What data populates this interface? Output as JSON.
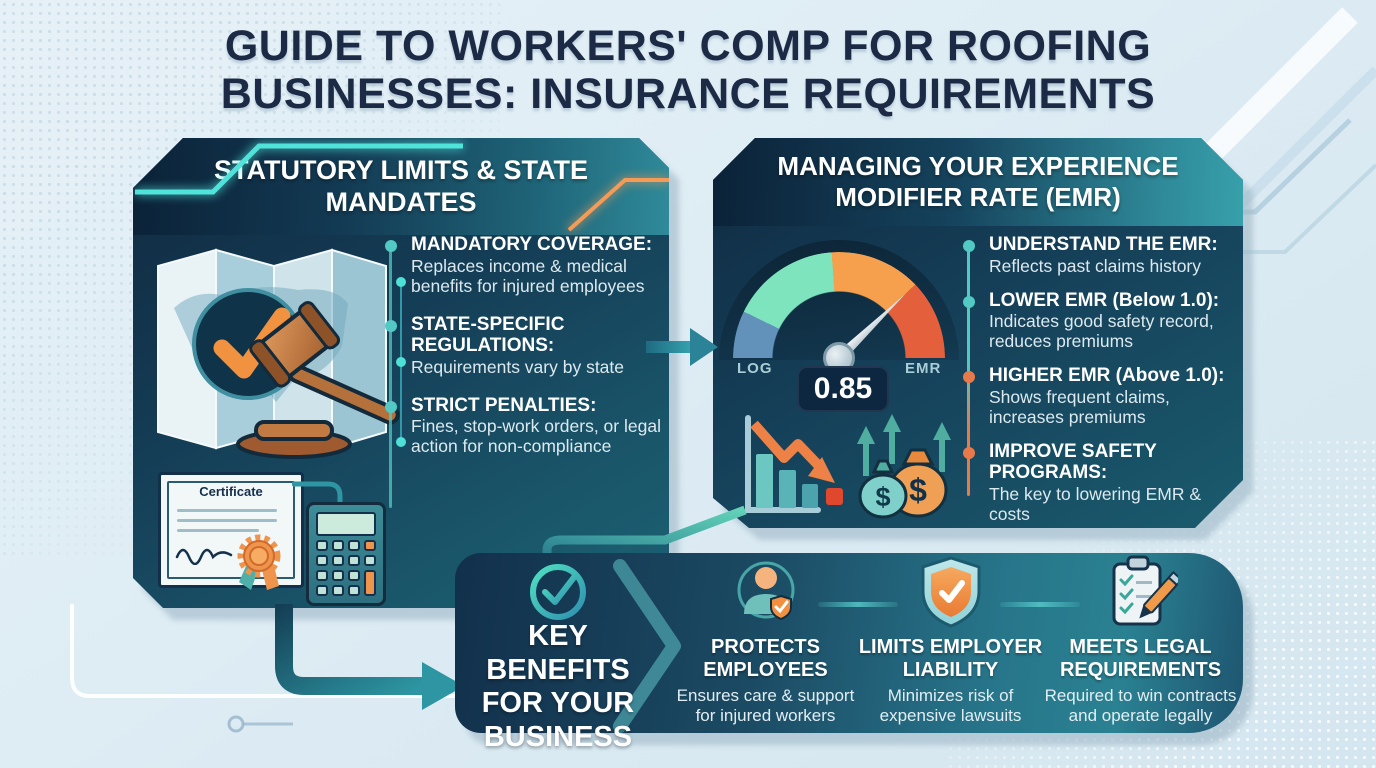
{
  "title": {
    "line1": "GUIDE TO WORKERS' COMP FOR ROOFING",
    "line2": "BUSINESSES: INSURANCE REQUIREMENTS"
  },
  "panels": {
    "statutory": {
      "title": "STATUTORY LIMITS & STATE MANDATES",
      "bullets": [
        {
          "heading": "MANDATORY COVERAGE:",
          "body": "Replaces income & medical benefits for injured employees",
          "color": "teal"
        },
        {
          "heading": "STATE-SPECIFIC REGULATIONS:",
          "body": "Requirements vary by state",
          "color": "teal"
        },
        {
          "heading": "STRICT PENALTIES:",
          "body": "Fines, stop-work orders, or legal action for non-compliance",
          "color": "teal"
        }
      ],
      "certificate_label": "Certificate"
    },
    "emr": {
      "title": "MANAGING YOUR EXPERIENCE MODIFIER RATE (EMR)",
      "gauge": {
        "left_label": "LOG",
        "right_label": "EMR",
        "value": "0.85"
      },
      "bullets": [
        {
          "heading": "UNDERSTAND THE EMR:",
          "body": "Reflects past claims history",
          "color": "teal"
        },
        {
          "heading": "LOWER EMR (Below 1.0):",
          "body": "Indicates good safety record, reduces premiums",
          "color": "teal"
        },
        {
          "heading": "HIGHER EMR (Above 1.0):",
          "body": "Shows frequent claims, increases premiums",
          "color": "orange"
        },
        {
          "heading": "IMPROVE SAFETY PROGRAMS:",
          "body": "The key to lowering EMR & costs",
          "color": "orange"
        }
      ]
    },
    "benefits": {
      "title": "KEY BENEFITS FOR YOUR BUSINESS",
      "items": [
        {
          "icon": "employee-shield-icon",
          "heading": "PROTECTS EMPLOYEES",
          "body": "Ensures care & support for injured workers"
        },
        {
          "icon": "shield-check-icon",
          "heading": "LIMITS EMPLOYER LIABILITY",
          "body": "Minimizes risk of expensive lawsuits"
        },
        {
          "icon": "clipboard-pencil-icon",
          "heading": "MEETS LEGAL REQUIREMENTS",
          "body": "Required to win contracts and operate legally"
        }
      ]
    }
  },
  "colors": {
    "background": "#E2EDF4",
    "title_navy": "#1D2A45",
    "panel_navy": "#13304B",
    "panel_teal": "#2F8A99",
    "accent_cyan": "#4FE3DA",
    "accent_orange": "#F49B57",
    "bullet_teal": "#52C9C4",
    "bullet_orange": "#E8794A",
    "gauge_segments": [
      "#6292BA",
      "#7DE4BD",
      "#F6A04E",
      "#E45F3C"
    ]
  }
}
